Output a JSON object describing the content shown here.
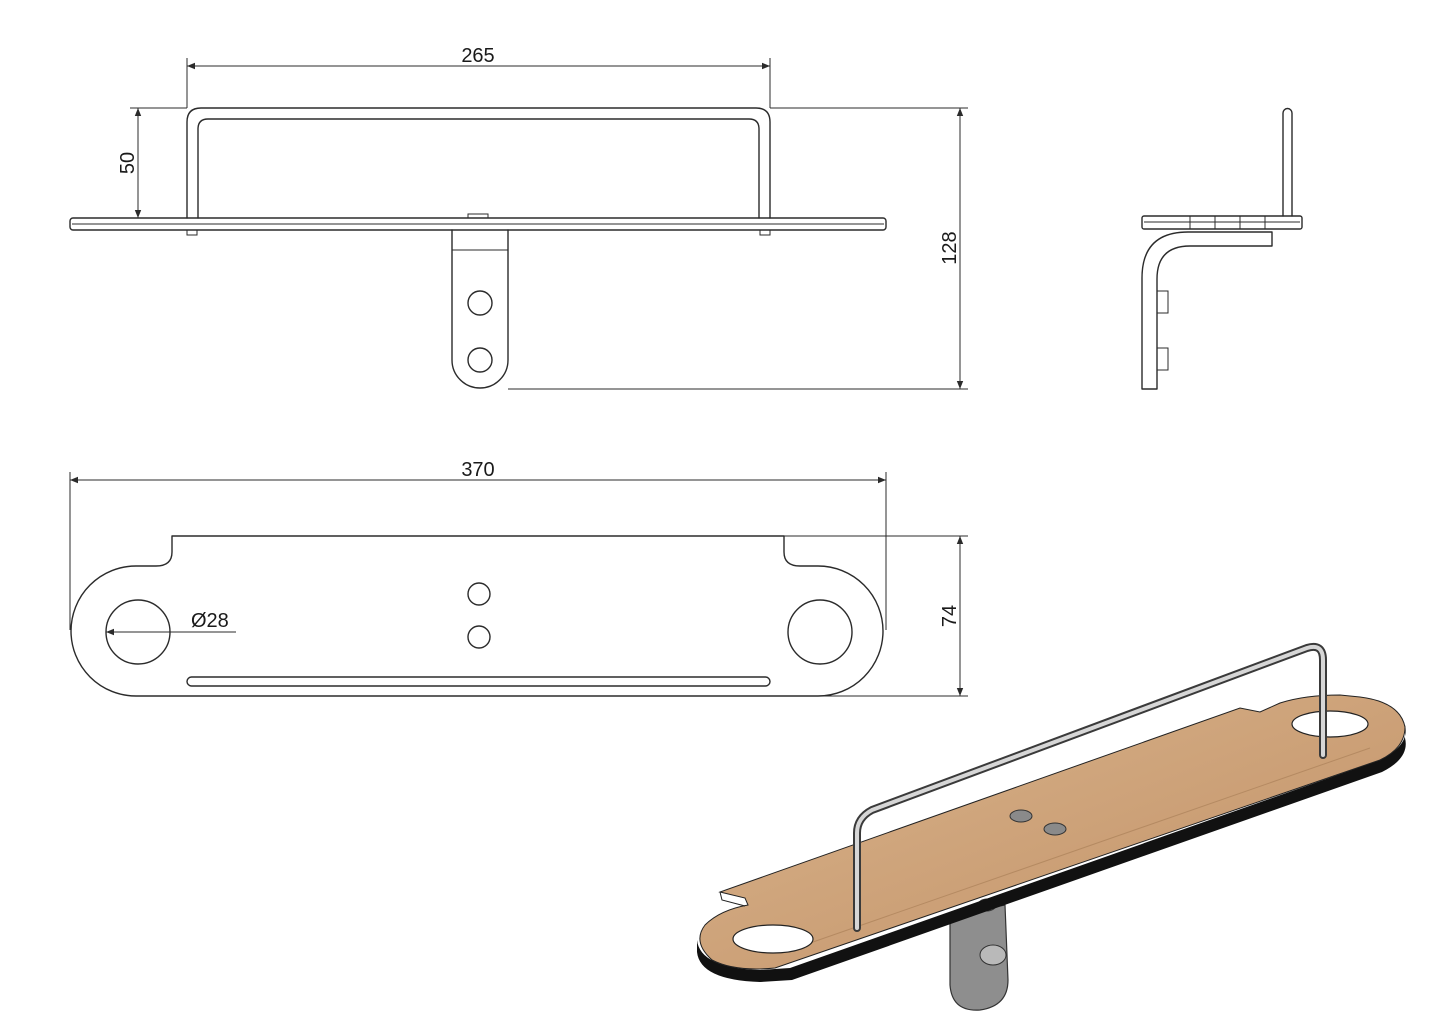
{
  "dimensions": {
    "d265": "265",
    "d50": "50",
    "d128": "128",
    "d370": "370",
    "d74": "74",
    "d28": "Ø28"
  },
  "colors": {
    "line": "#2b2b2b",
    "wood": "#c9a07a",
    "wood_light": "#d9b48c",
    "edge": "#111111",
    "steel": "#9a9a9a",
    "steel_dark": "#555555"
  }
}
